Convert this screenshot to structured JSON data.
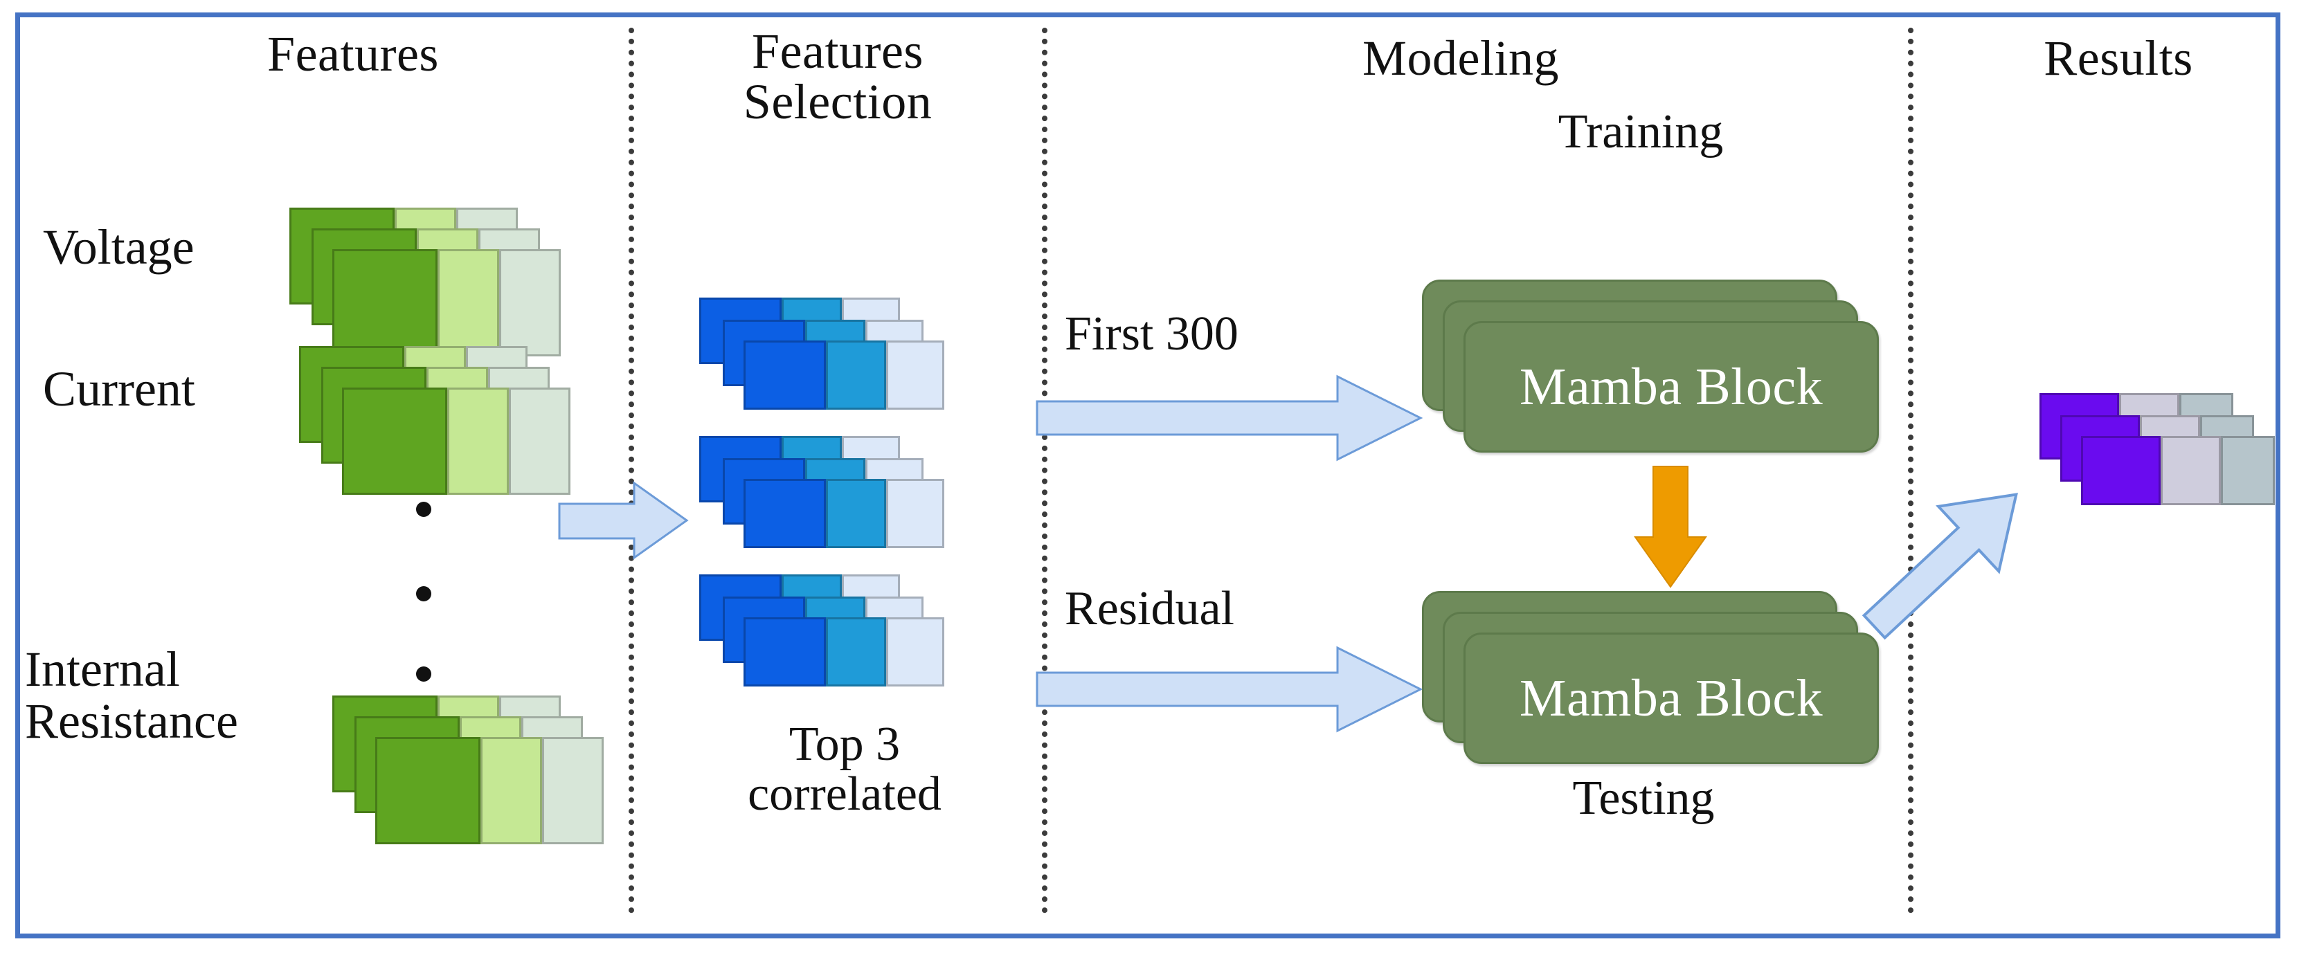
{
  "diagram": {
    "title": "Battery feature-selection and Mamba modeling pipeline",
    "frame_border_color": "#4573C4",
    "divider_color": "#3b3b3b",
    "columns": [
      {
        "id": "features",
        "heading": "Features"
      },
      {
        "id": "features-selection",
        "heading": "Features\nSelection"
      },
      {
        "id": "modeling",
        "heading": "Modeling"
      },
      {
        "id": "results",
        "heading": "Results"
      }
    ],
    "features": {
      "heading": "Features",
      "rows": [
        {
          "label": "Voltage"
        },
        {
          "label": "Current"
        },
        {
          "label": "Internal\nResistance"
        }
      ],
      "ellipsis_dots": 3,
      "stack_colors": [
        "#5FA521",
        "#C5E894",
        "#D7E6D8"
      ]
    },
    "features_selection": {
      "heading": "Features\nSelection",
      "caption": "Top 3\ncorrelated",
      "stack_count": 3,
      "stack_colors": [
        "#0C5FE4",
        "#1F9BD8",
        "#DCE8F9"
      ]
    },
    "modeling": {
      "heading": "Modeling",
      "training_label": "Training",
      "testing_label": "Testing",
      "block_label_top": "Mamba Block",
      "block_label_bottom": "Mamba Block",
      "block_color": "#6F8B5B",
      "connector_arrow_color": "#EE9B00"
    },
    "results": {
      "heading": "Results",
      "stack_colors": [
        "#6A0BEF",
        "#CFCDDD",
        "#B6C5CB"
      ]
    },
    "arrows": [
      {
        "id": "features-to-selection",
        "label": "",
        "color": "#CFE0F7"
      },
      {
        "id": "first-300",
        "label": "First 300",
        "color": "#CFE0F7"
      },
      {
        "id": "residual",
        "label": "Residual",
        "color": "#CFE0F7"
      },
      {
        "id": "training-to-testing",
        "label": "",
        "color": "#EE9B00"
      },
      {
        "id": "testing-to-results",
        "label": "",
        "color": "#CFE0F7"
      }
    ]
  }
}
